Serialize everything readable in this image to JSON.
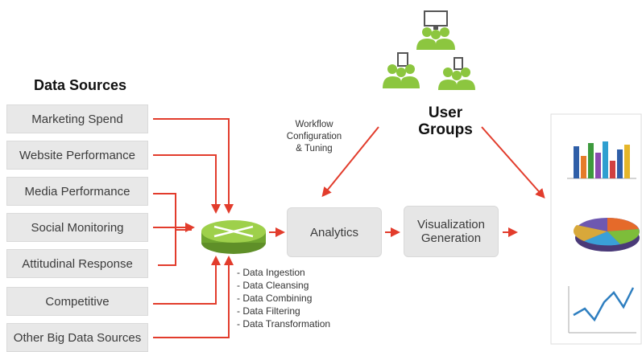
{
  "diagram": {
    "heading": "Data Sources",
    "sources": [
      "Marketing Spend",
      "Website Performance",
      "Media Performance",
      "Social Monitoring",
      "Attitudinal Response",
      "Competitive",
      "Other Big Data Sources"
    ],
    "analytics": "Analytics",
    "visualization": [
      "Visualization",
      "Generation"
    ],
    "user_groups": [
      "User",
      "Groups"
    ],
    "workflow": [
      "Workflow",
      "Configuration",
      "& Tuning"
    ],
    "steps": [
      "- Data Ingestion",
      "- Data Cleansing",
      "- Data Combining",
      "- Data Filtering",
      "- Data Transformation"
    ],
    "colors": {
      "arrow": "#e23c2c",
      "router": "#8cc63f",
      "users": "#8cc63f",
      "box": "#e6e6e6"
    }
  }
}
